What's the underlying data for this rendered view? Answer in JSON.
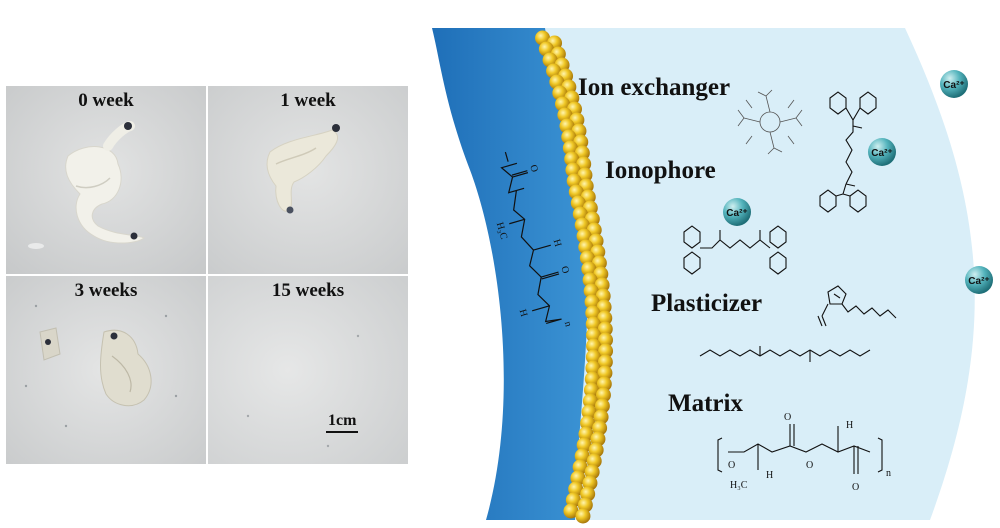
{
  "photos": {
    "panels": [
      {
        "label": "0 week"
      },
      {
        "label": "1 week"
      },
      {
        "label": "3 weeks"
      },
      {
        "label": "15 weeks"
      }
    ],
    "scale_bar": "1cm"
  },
  "membrane": {
    "components": [
      {
        "label": "Ion exchanger"
      },
      {
        "label": "Ionophore"
      },
      {
        "label": "Plasticizer"
      },
      {
        "label": "Matrix"
      }
    ],
    "ion_label": "Ca²⁺",
    "colors": {
      "aqueous": "#2f86cc",
      "membrane": "#d9eef8",
      "interface_beads": "#e2b81a",
      "ion": "#3f9aa4"
    }
  },
  "chemistry": {
    "atoms": {
      "h": "H",
      "o": "O",
      "n": "n",
      "h3c": "H₃C"
    }
  }
}
